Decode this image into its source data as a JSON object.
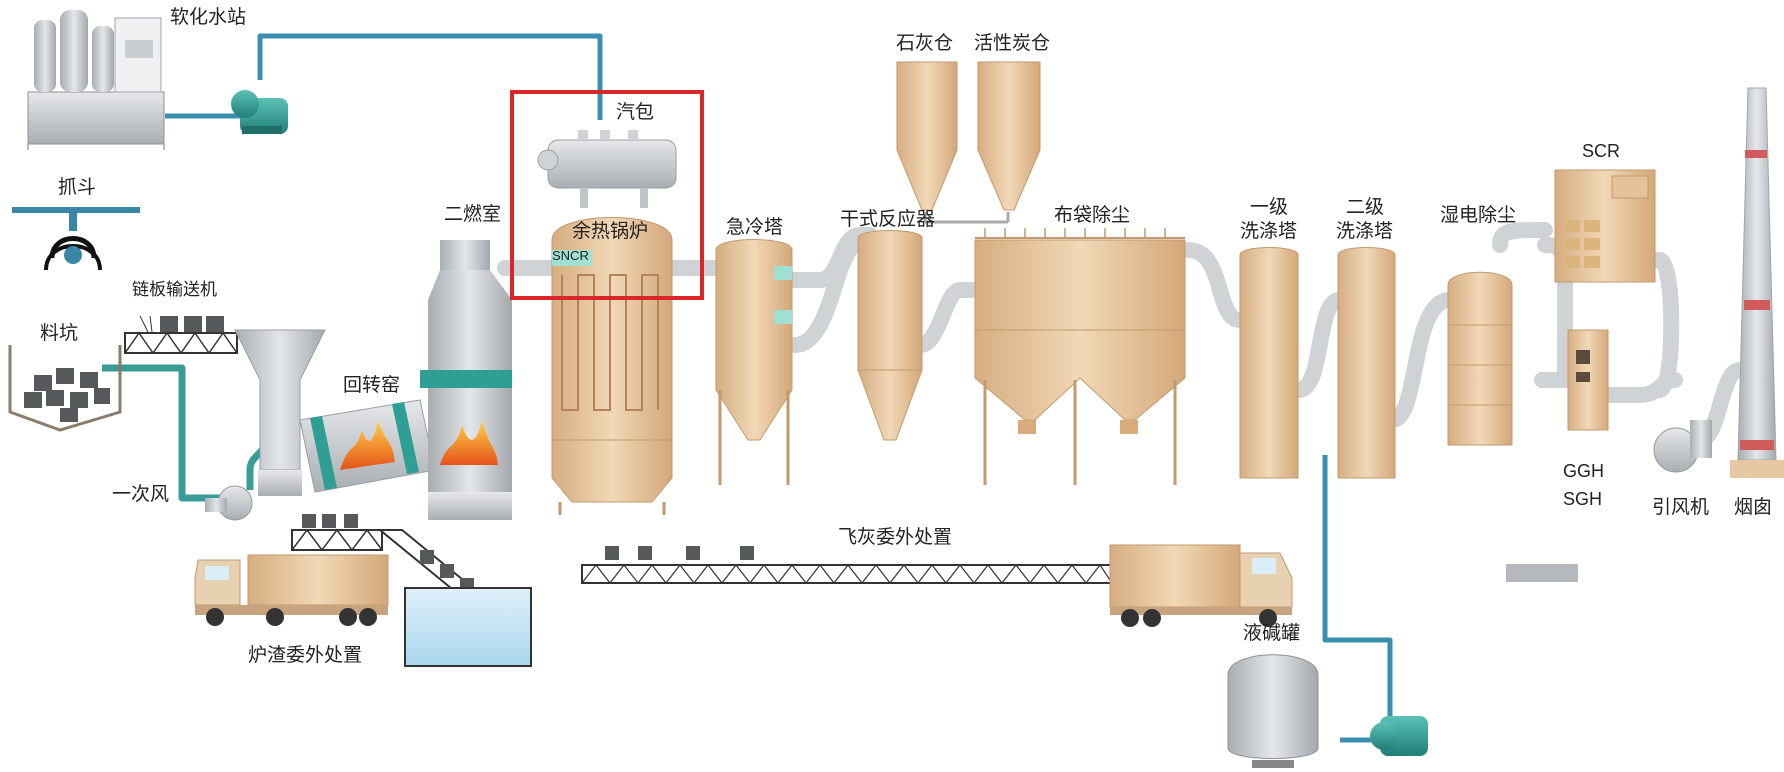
{
  "labels": {
    "softening_station": "软化水站",
    "grab_bucket": "抓斗",
    "chain_conveyor": "链板输送机",
    "feed_pit": "料坑",
    "rotary_kiln": "回转窑",
    "primary_air": "一次风",
    "secondary_chamber": "二燃室",
    "steam_drum": "汽包",
    "waste_heat_boiler": "余热锅炉",
    "sncr": "SNCR",
    "quench_tower": "急冷塔",
    "lime_silo": "石灰仓",
    "activated_carbon_silo": "活性炭仓",
    "dry_reactor": "干式反应器",
    "bag_filter": "布袋除尘",
    "scrubber1_line1": "一级",
    "scrubber1_line2": "洗涤塔",
    "scrubber2_line1": "二级",
    "scrubber2_line2": "洗涤塔",
    "wet_esp": "湿电除尘",
    "scr": "SCR",
    "ggh": "GGH",
    "sgh": "SGH",
    "id_fan": "引风机",
    "chimney": "烟囱",
    "fly_ash_disposal": "飞灰委外处置",
    "slag_disposal": "炉渣委外处置",
    "caustic_soda": "液碱罐"
  },
  "colors": {
    "highlight": "#d9262b",
    "pipe_water": "#3a8fb0",
    "pipe_gas": "#cfd3d6",
    "vessel": "#e7c8a2",
    "pump": "#2f9e94",
    "steel": "#bfc4c9"
  }
}
